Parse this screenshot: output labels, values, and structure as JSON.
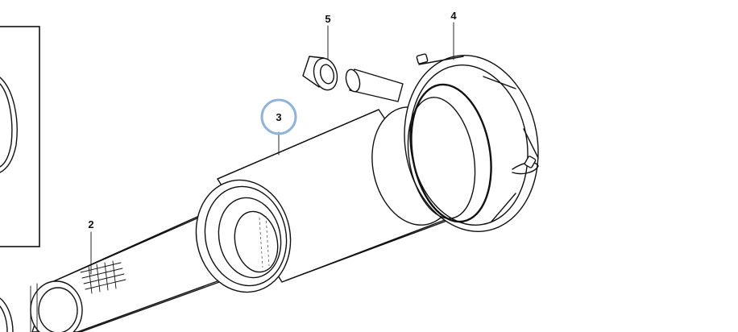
{
  "callouts": [
    {
      "id": "1",
      "label": "2"
    },
    {
      "id": "2",
      "label": "3",
      "highlighted": true
    },
    {
      "id": "3",
      "label": "4"
    },
    {
      "id": "4",
      "label": "5"
    }
  ],
  "colors": {
    "highlight_ring": "#8fb3d9",
    "ink": "#111111",
    "background": "#ffffff"
  }
}
